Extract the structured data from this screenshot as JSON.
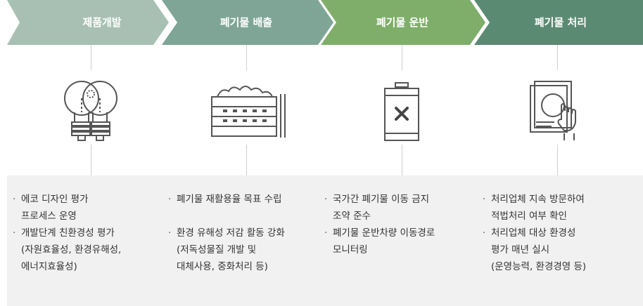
{
  "stages": [
    {
      "label": "제품개발",
      "color": "#a7c0b3"
    },
    {
      "label": "폐기물 배출",
      "color": "#7ea596"
    },
    {
      "label": "폐기물 운반",
      "color": "#7fae6a"
    },
    {
      "label": "폐기물 처리",
      "color": "#5b8a72"
    }
  ],
  "icons": [
    "lightbulbs-icon",
    "waste-bin-icon",
    "hazard-container-icon",
    "document-inspection-icon"
  ],
  "columns": [
    {
      "items": [
        {
          "lines": [
            "에코 디자인 평가",
            "프로세스 운영"
          ]
        },
        {
          "lines": [
            "개발단계 친환경성 평가",
            "(자원효율성, 환경유해성,",
            "에너지효율성)"
          ]
        }
      ]
    },
    {
      "items": [
        {
          "lines": [
            "폐기물 재활용율 목표 수립"
          ]
        },
        {
          "lines": [
            "환경 유해성 저감 활동 강화",
            "(저독성물질 개발 및",
            "대체사용, 중화처리 등)"
          ]
        }
      ]
    },
    {
      "items": [
        {
          "lines": [
            "국가간 폐기물 이동 금지",
            "조약 준수"
          ]
        },
        {
          "lines": [
            "폐기물 운반차량 이동경로",
            "모니터링"
          ]
        }
      ]
    },
    {
      "items": [
        {
          "lines": [
            "처리업체 지속 방문하여",
            "적법처리 여부 확인"
          ]
        },
        {
          "lines": [
            "처리업체 대상 환경성",
            "평가 매년 실시",
            "(운영능력, 환경경영 등)"
          ]
        }
      ]
    }
  ]
}
